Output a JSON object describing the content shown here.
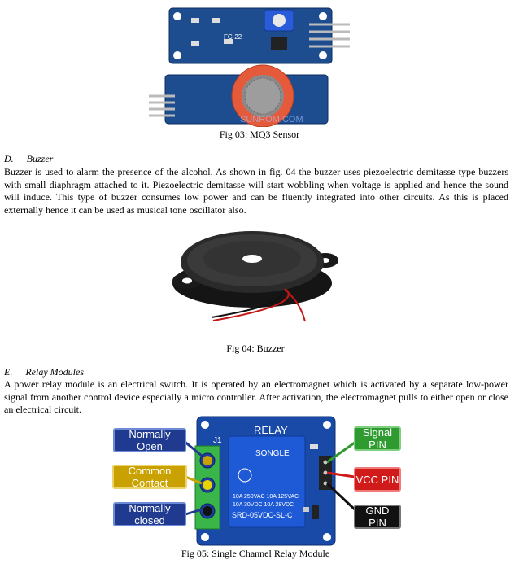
{
  "figures": {
    "fig03": {
      "caption": "Fig 03: MQ3 Sensor",
      "board_label": "FC-22",
      "watermark": "SUNROM.COM"
    },
    "fig04": {
      "caption": "Fig 04: Buzzer"
    },
    "fig05": {
      "caption": "Fig 05: Single Channel Relay Module",
      "board_title": "RELAY",
      "relay_brand": "SONGLE",
      "relay_ratings": [
        "10A 250VAC  10A 125VAC",
        "10A 30VDC   10A 28VDC"
      ],
      "relay_model": "SRD-05VDC-SL-C",
      "labels": {
        "normally_open": "Normally Open",
        "common_contact": "Common Contact",
        "normally_closed": "Normally closed",
        "signal_pin": "Signal PIN",
        "vcc_pin": "VCC PIN",
        "gnd_pin": "GND PIN"
      },
      "colors": {
        "blue": "#1f3a8f",
        "yellow": "#c9a100",
        "green": "#2f9a2f",
        "red": "#d11a1a",
        "black": "#111111"
      }
    }
  },
  "sections": {
    "buzzer": {
      "heading_num": "D.",
      "heading": "Buzzer",
      "body": "Buzzer is used to alarm the presence of the alcohol. As shown in fig. 04 the buzzer uses piezoelectric demitasse type buzzers with small diaphragm attached to it. Piezoelectric demitasse will start wobbling when voltage is applied and hence the sound will induce. This type of buzzer consumes low power and can be fluently integrated into other circuits. As this is placed externally hence it can be used as musical tone oscillator also."
    },
    "relay": {
      "heading_num": "E.",
      "heading": "Relay Modules",
      "body": "A power relay module is an electrical switch.  It is operated by an electromagnet which is activated by a separate low-power signal from another control device especially a micro controller. After activation, the electromagnet pulls to either open or close an electrical circuit."
    }
  }
}
